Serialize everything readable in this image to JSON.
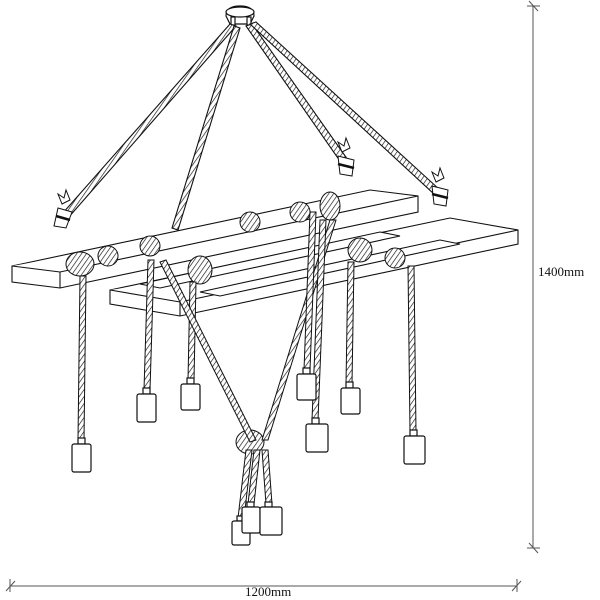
{
  "diagram": {
    "title": "Rope chandelier dimension drawing",
    "subject": "Wooden ladder-frame chandelier suspended from ceiling canopy by four ropes, with hanging rope-wrapped pendant lamp holders",
    "colors": {
      "line": "#111111",
      "background": "#ffffff",
      "dimension_line": "#555555"
    },
    "dimensions": {
      "height": {
        "label": "1400mm",
        "orientation": "vertical"
      },
      "width": {
        "label": "1200mm",
        "orientation": "horizontal"
      }
    },
    "components": {
      "ceiling_canopy": 1,
      "suspension_ropes": 4,
      "wooden_beams": 3,
      "cross_slats": 5,
      "pendant_lamp_holders": 11
    }
  }
}
